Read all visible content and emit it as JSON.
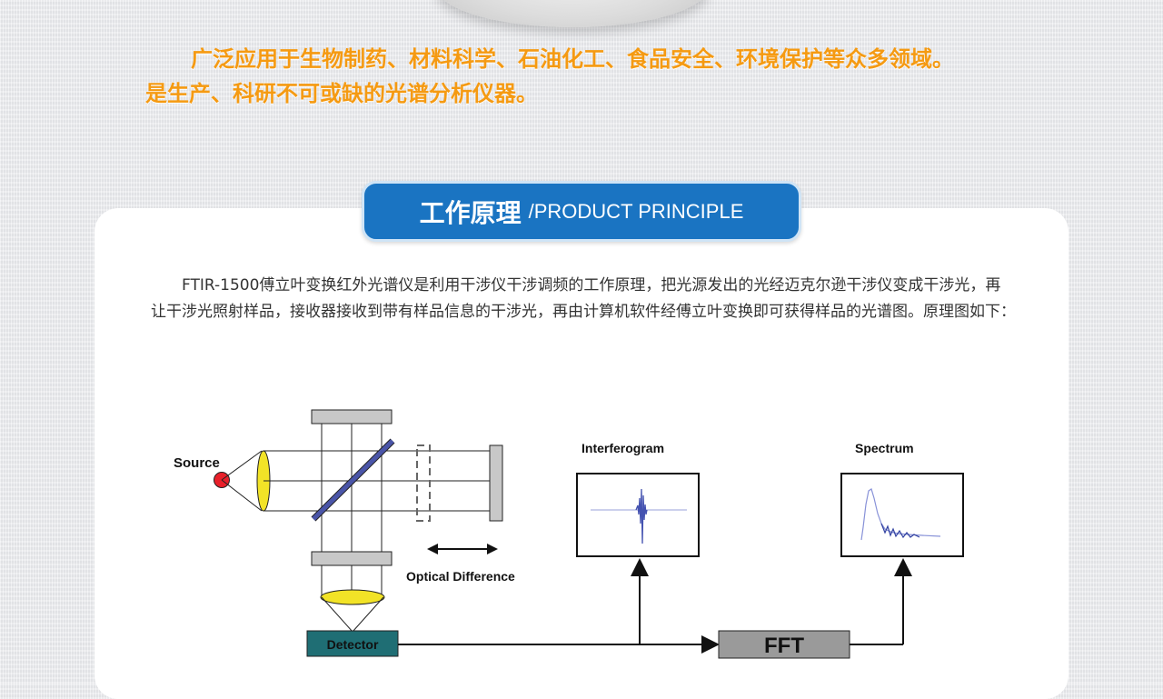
{
  "intro": {
    "line1": "广泛应用于生物制药、材料科学、石油化工、食品安全、环境保护等众多领域。",
    "line2": "是生产、科研不可或缺的光谱分析仪器。"
  },
  "section": {
    "title_zh": "工作原理",
    "title_en": "/PRODUCT PRINCIPLE"
  },
  "principle_text": "FTIR-1500傅立叶变换红外光谱仪是利用干涉仪干涉调频的工作原理，把光源发出的光经迈克尔逊干涉仪变成干涉光，再让干涉光照射样品，接收器接收到带有样品信息的干涉光，再由计算机软件经傅立叶变换即可获得样品的光谱图。原理图如下：",
  "diagram": {
    "source_label": "Source",
    "interferogram_label": "Interferogram",
    "spectrum_label": "Spectrum",
    "optical_difference_label": "Optical Difference",
    "detector_label": "Detector",
    "fft_label": "FFT",
    "colors": {
      "lens": "#f2e327",
      "source": "#e8202a",
      "beamsplitter": "#4a55a8",
      "detector_box": "#1f6e74",
      "fft_box": "#9a9a9a",
      "signal": "#4452b0"
    }
  }
}
